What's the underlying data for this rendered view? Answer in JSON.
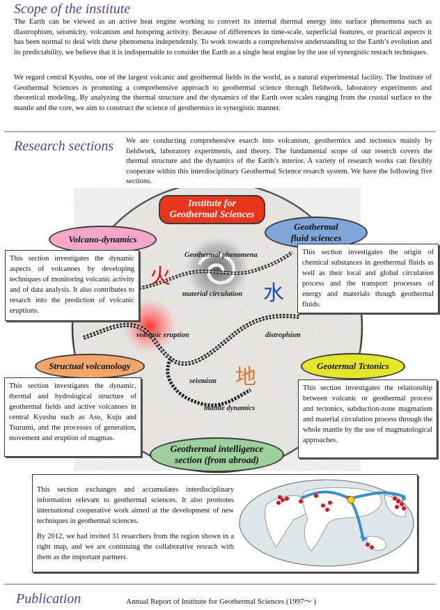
{
  "scope": {
    "heading": "Scope of the institute",
    "para1": "The Earth can be viewed as an active heat engine working to convert its internal thermal energy into surface phenomena such as diastrophism, seismicity, volcanism and hotspring activity. Because of differences in time-scale, superficial features, or practical aspects it has been normal to deal with these phenomena independently. To work towards a comprehensive understanding to the Earth’s evolution and its predictability, we believe that it is indispensable to consider the Earth as a single heat engine by the use of synergistic resrach techniques.",
    "para2": "We regard central Kyushu, one of the largest volcanic and geothermal fields in the world, as a natural experimental facility. The Institute of Geothermal Sciences is promoting a comprehensive approach to geothermal science through fieldwork, laboratory experiments and theoretical modeling. By analyzing the thermal structure and the dynamics of the Earth over scales ranging from the crustal surface to the mantle and the core, we aim to construct the science of geothermics in synergistic manner."
  },
  "research": {
    "heading": "Research sections",
    "intro": "We are conducting comprehensive esarch into volcanism, geothermics and tectonics mainly by fieldwork, laboratory experiments, and theory. The fundamental scope of our reserch covers the thermal structure and the dynamics of the Earth’s interior. A variety of research works can flexibly cooperate within this interdisciplinary Geothermal Science resarch system. We have the following five sections."
  },
  "diagram": {
    "center_title": "Institute for Geothermal Sciences",
    "sections": {
      "volcano": "Volcano-dynamics",
      "fluid": "Geothermal fluid sciences",
      "structural": "Structual volcanology",
      "tectonics": "Geotermal Tctonics",
      "intelligence": "Geothermal intelligence section (from abroad)"
    },
    "labels": {
      "phenomena": "Geothermal phenomena",
      "material": "material circulation",
      "eruption": "volcanic eruption",
      "distrophism": "distrophism",
      "seismism": "seismism",
      "mantle": "mantle dynamics"
    },
    "kanji": {
      "fire": "火",
      "water": "水",
      "earth": "地"
    },
    "colors": {
      "center": "#e8361c",
      "volcano": "#f4a7c9",
      "fluid": "#7fa6d8",
      "structural": "#f2a66a",
      "tectonics": "#e3e62a",
      "intelligence": "#9fcf9c"
    }
  },
  "boxes": {
    "volcano": "This section investigates the dynamic aspects of volcanoes by developing techniques of monitoring volcanic activity and of data analysis. It also contributes to resarch into the prediction of volcanic eruptions.",
    "fluid": "This section investigates the origin of chemical substances in geothermal fluids as well as their local and global circulation process and the transport processes of energy and materials though geothermal fluids.",
    "structural": "This section investigates the dynamic, thermal and hydrological structure of geothermal fields and active volcanoes in central Kyushu such as Aso, Kuju and Tsurumi, and the processes of generation, movement and eruption of magmas.",
    "tectonics": "This section investigates the relationship between volcanic or geothermal process and tectonics, subduction-zone magmatism and material circulation process through the whole mantle by the use of magmatological approaches.",
    "intelligence_p1": "This section exchanges and accumulates interdisciplinary information relevant to geothermal sciences. It also promotes international cooperative work aimed at the development of new techniques in geothermal sciences.",
    "intelligence_p2": "By 2012, we had invited 31 resarchers from the region shown in a right map, and we are continuing the collaborative resrach with them as the important partners."
  },
  "publication": {
    "heading": "Publication",
    "text": "Annual Report of Institute for Geothermal Sciences (1997～ )"
  }
}
